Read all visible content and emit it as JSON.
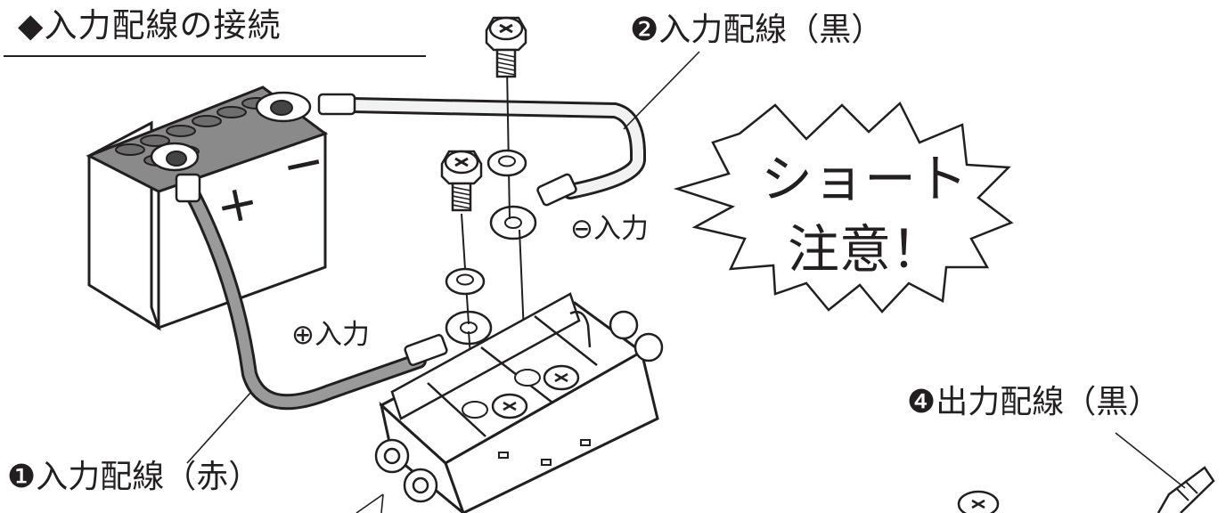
{
  "title": "◆入力配線の接続",
  "labels": {
    "input_black": "❷入力配線（黒）",
    "input_red": "❶入力配線（赤）",
    "output_black": "❹出力配線（黒）",
    "neg_input": "⊖入力",
    "pos_input": "⊕入力",
    "warning_line1": "ショート",
    "warning_line2": "注意！"
  },
  "battery_marks": {
    "plus": "+",
    "minus": "−"
  },
  "colors": {
    "line": "#231f20",
    "battery_top": "#8a8a8a",
    "red_cable": "#9a9a9a",
    "black_cable": "#f2f2f2",
    "background": "#ffffff"
  }
}
